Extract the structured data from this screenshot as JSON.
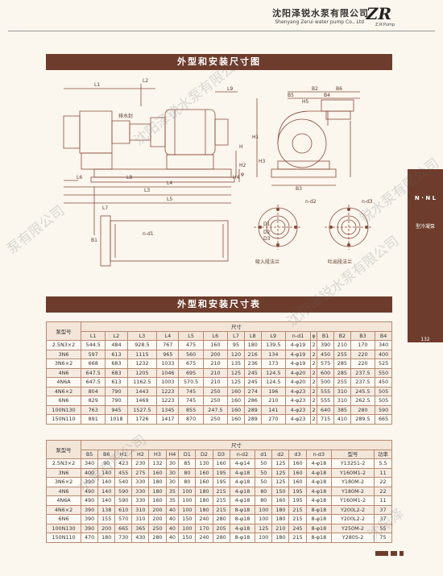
{
  "header": {
    "company_cn": "沈阳泽锐水泵有限公司",
    "company_en": "Shenyang Zerui water pump Co., Ltd",
    "logo": "ZR",
    "logo_sub": "Z.R.Pump"
  },
  "sections": {
    "drawing_title": "外型和安装尺寸图",
    "table_title": "外型和安装尺寸表"
  },
  "drawing_labels": {
    "cooling_water": "排水封",
    "suction_flange": "吸入段法兰",
    "discharge_flange": "吐出段法兰",
    "dims": [
      "L1",
      "L2",
      "L3",
      "L4",
      "L5",
      "L6",
      "L7",
      "L8",
      "L9",
      "H",
      "H1",
      "H2",
      "H3",
      "H4",
      "H5",
      "B1",
      "B2",
      "B3",
      "B4",
      "B5",
      "B6",
      "n-d1",
      "n-d2",
      "n-d3",
      "D1",
      "D2",
      "D3",
      "φ"
    ]
  },
  "side_tab": {
    "code": "N · N L",
    "type": "型冷凝泵",
    "page_number": "132"
  },
  "table1": {
    "header_model": "泵型号",
    "header_group": "尺寸",
    "columns": [
      "L1",
      "L2",
      "L3",
      "L4",
      "L5",
      "L6",
      "L7",
      "L8",
      "L9",
      "n-d1",
      "φ",
      "B1",
      "B2",
      "B3",
      "B4"
    ],
    "rows": [
      [
        "2.5N3×2",
        "544.5",
        "484",
        "928.5",
        "767",
        "475",
        "160",
        "95",
        "180",
        "139.5",
        "4-φ19",
        "2",
        "390",
        "210",
        "170",
        "340"
      ],
      [
        "3N6",
        "597",
        "613",
        "1115",
        "965",
        "560",
        "200",
        "120",
        "216",
        "134",
        "4-φ19",
        "2",
        "450",
        "255",
        "220",
        "400"
      ],
      [
        "3N6×2",
        "668",
        "683",
        "1232",
        "1033",
        "675",
        "210",
        "135",
        "236",
        "173",
        "4-φ19",
        "2",
        "575",
        "285",
        "220",
        "525"
      ],
      [
        "4N6",
        "647.5",
        "683",
        "1205",
        "1046",
        "695",
        "210",
        "125",
        "245",
        "124.5",
        "4-φ20",
        "2",
        "600",
        "285",
        "237.5",
        "550"
      ],
      [
        "4N6A",
        "647.5",
        "613",
        "1162.5",
        "1003",
        "570.5",
        "210",
        "125",
        "245",
        "124.5",
        "4-φ20",
        "2",
        "500",
        "255",
        "237.5",
        "450"
      ],
      [
        "4N6×2",
        "804",
        "790",
        "1443",
        "1223",
        "745",
        "250",
        "160",
        "274",
        "196",
        "4-φ23",
        "2",
        "555",
        "310",
        "245.5",
        "505"
      ],
      [
        "6N6",
        "829",
        "790",
        "1469",
        "1223",
        "745",
        "250",
        "160",
        "286",
        "210",
        "4-φ23",
        "2",
        "555",
        "310",
        "262.5",
        "505"
      ],
      [
        "100N130",
        "763",
        "945",
        "1527.5",
        "1345",
        "855",
        "247.5",
        "160",
        "289",
        "141",
        "4-φ23",
        "2",
        "640",
        "385",
        "280",
        "590"
      ],
      [
        "150N110",
        "891",
        "1018",
        "1726",
        "1417",
        "870",
        "250",
        "160",
        "289",
        "270",
        "4-φ23",
        "2",
        "715",
        "410",
        "289.5",
        "665"
      ]
    ]
  },
  "table2": {
    "header_model": "泵型号",
    "header_group": "尺寸",
    "columns": [
      "B5",
      "B6",
      "H1",
      "H2",
      "H3",
      "H4",
      "D1",
      "D2",
      "D3",
      "n-d2",
      "d1",
      "d2",
      "d3",
      "n-d3",
      "型号",
      "功率"
    ],
    "rows": [
      [
        "2.5N3×2",
        "340",
        "90",
        "423",
        "230",
        "132",
        "30",
        "85",
        "130",
        "160",
        "4-φ14",
        "50",
        "125",
        "160",
        "4-φ18",
        "Y132S1-2",
        "5.5"
      ],
      [
        "3N6",
        "400",
        "140",
        "455",
        "275",
        "160",
        "30",
        "80",
        "160",
        "195",
        "4-φ18",
        "50",
        "125",
        "160",
        "4-φ18",
        "Y160M1-2",
        "11"
      ],
      [
        "3N6×2",
        "390",
        "140",
        "540",
        "330",
        "180",
        "30",
        "80",
        "160",
        "195",
        "4-φ18",
        "50",
        "125",
        "160",
        "4-φ18",
        "Y180M-2",
        "22"
      ],
      [
        "4N6",
        "490",
        "140",
        "590",
        "330",
        "180",
        "35",
        "100",
        "180",
        "215",
        "4-φ18",
        "80",
        "150",
        "195",
        "4-φ18",
        "Y180M-2",
        "22"
      ],
      [
        "4N6A",
        "490",
        "140",
        "590",
        "330",
        "160",
        "35",
        "100",
        "180",
        "215",
        "4-φ18",
        "80",
        "160",
        "195",
        "4-φ18",
        "Y160M1-2",
        "11"
      ],
      [
        "4N6×2",
        "390",
        "138",
        "610",
        "310",
        "200",
        "40",
        "100",
        "180",
        "215",
        "8-φ18",
        "100",
        "180",
        "215",
        "8-φ18",
        "Y200L2-2",
        "37"
      ],
      [
        "6N6",
        "390",
        "155",
        "570",
        "310",
        "200",
        "40",
        "150",
        "240",
        "280",
        "8-φ18",
        "100",
        "180",
        "215",
        "8-φ18",
        "Y200L2-2",
        "37"
      ],
      [
        "100N130",
        "390",
        "200",
        "665",
        "365",
        "250",
        "40",
        "100",
        "170",
        "205",
        "4-φ18",
        "125",
        "210",
        "245",
        "8-φ18",
        "Y250M-2",
        "55"
      ],
      [
        "150N110",
        "470",
        "180",
        "730",
        "430",
        "280",
        "40",
        "150",
        "240",
        "280",
        "8-φ18",
        "100",
        "180",
        "215",
        "8-φ18",
        "Y280S-2",
        "75"
      ]
    ]
  },
  "watermarks": [
    "沈阳泽锐水泵有限公司",
    "泵有限公司",
    "沈阳泽锐水泵有限公司",
    "水泵有限公司",
    "锐水泵有限公司",
    "沈阳泽"
  ],
  "colors": {
    "accent": "#6e3c2c",
    "line": "#8a4a3a"
  }
}
